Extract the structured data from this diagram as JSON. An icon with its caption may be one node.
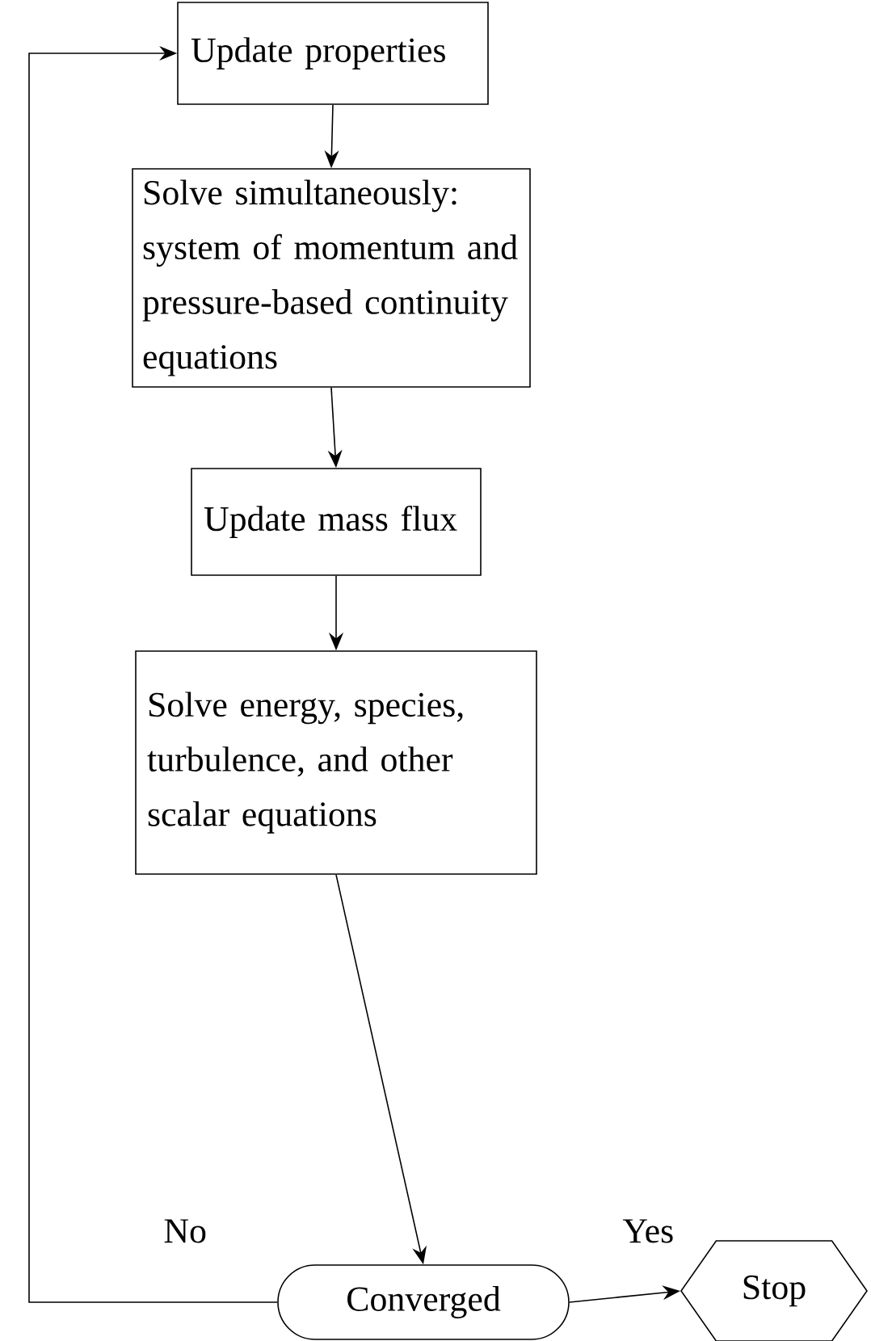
{
  "diagram": {
    "nodes": [
      {
        "text": [
          "Update properties"
        ]
      },
      {
        "text": [
          "Solve simultaneously: system of momentum and pressure-based continuity equations"
        ]
      },
      {
        "text": [
          "Update mass flux"
        ]
      },
      {
        "text": [
          "Solve energy, species, turbulence, and other scalar equations"
        ]
      },
      {
        "text": [
          "Converged"
        ]
      },
      {
        "text": [
          "Stop"
        ]
      }
    ],
    "edges": [
      {
        "from": 0,
        "to": 1,
        "arrow": "to"
      },
      {
        "from": 1,
        "to": 2,
        "arrow": "to"
      },
      {
        "from": 2,
        "to": 3,
        "arrow": "to"
      },
      {
        "from": 3,
        "to": 4,
        "arrow": "to"
      },
      {
        "from": 4,
        "to": 5,
        "arrow": "to",
        "label": "Yes"
      },
      {
        "from": 4,
        "to": 0,
        "arrow": "to",
        "label": "No"
      }
    ]
  }
}
